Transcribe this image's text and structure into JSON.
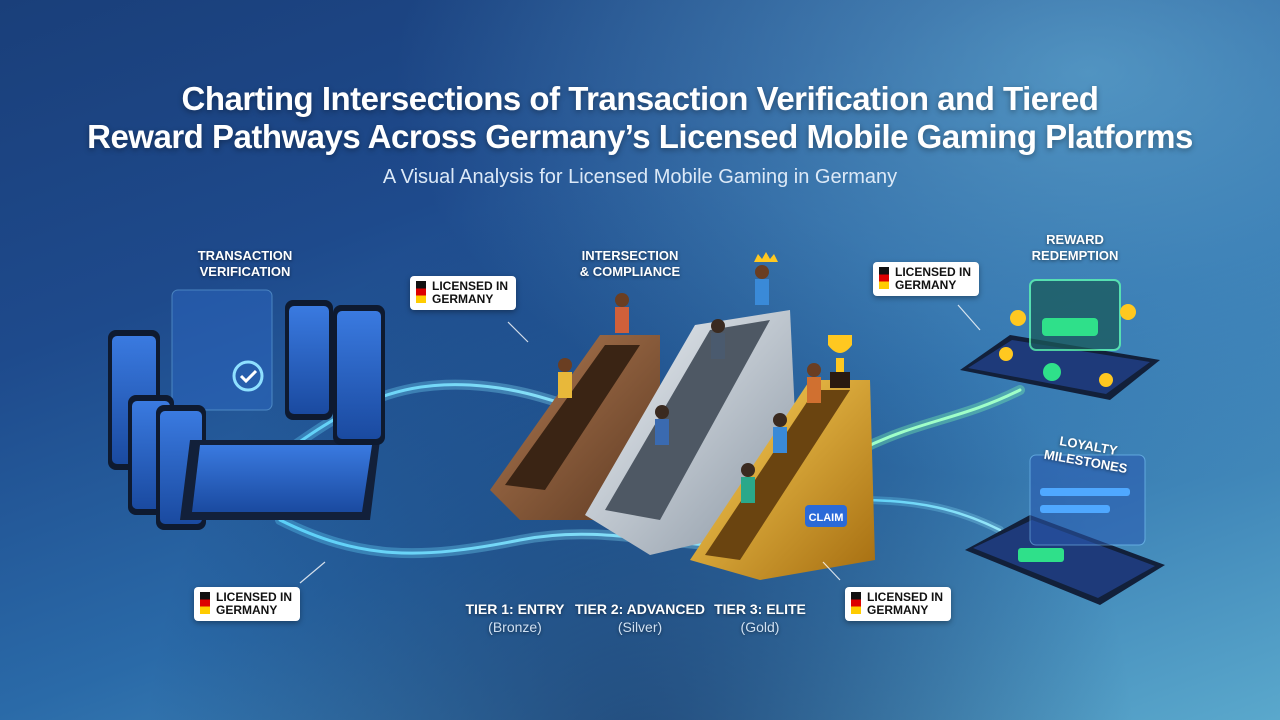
{
  "title_line1": "Charting Intersections of Transaction Verification and Tiered",
  "title_line2": "Reward Pathways Across Germany’s Licensed Mobile Gaming Platforms",
  "subtitle": "A Visual Analysis for Licensed Mobile Gaming in Germany",
  "labels": {
    "transaction_verification": [
      "TRANSACTION",
      "VERIFICATION"
    ],
    "intersection": [
      "INTERSECTION",
      "& COMPLIANCE"
    ],
    "reward_redemption": [
      "REWARD",
      "REDEMPTION"
    ],
    "loyalty": "LOYALTY MILESTONES"
  },
  "badge": [
    "LICENSED IN",
    "GERMANY"
  ],
  "tiers": [
    {
      "name": "TIER 1: ENTRY",
      "level": "(Bronze)"
    },
    {
      "name": "TIER 2: ADVANCED",
      "level": "(Silver)"
    },
    {
      "name": "TIER 3: ELITE",
      "level": "(Gold)"
    }
  ],
  "claim_label": "CLAIM",
  "colors": {
    "bronze": "#8a5a3a",
    "silver": "#b8c2cc",
    "gold": "#d9a520",
    "glow": "#5fd8ff",
    "accent": "#2fe08a"
  }
}
